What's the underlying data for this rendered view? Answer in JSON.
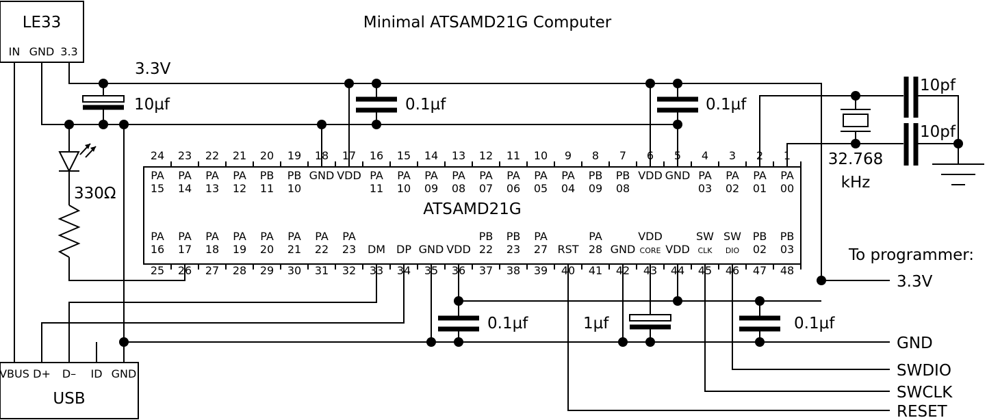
{
  "title": "Minimal ATSAMD21G Computer",
  "regulator": {
    "name": "LE33",
    "pins": [
      "IN",
      "GND",
      "3.3"
    ]
  },
  "rail_label": "3.3V",
  "chip": {
    "name": "ATSAMD21G",
    "top_numbers": [
      "24",
      "23",
      "22",
      "21",
      "20",
      "19",
      "18",
      "17",
      "16",
      "15",
      "14",
      "13",
      "12",
      "11",
      "10",
      "9",
      "8",
      "7",
      "6",
      "5",
      "4",
      "3",
      "2",
      "1"
    ],
    "top_row1": [
      "PA",
      "PA",
      "PA",
      "PA",
      "PB",
      "PB",
      "GND",
      "VDD",
      "PA",
      "PA",
      "PA",
      "PA",
      "PA",
      "PA",
      "PA",
      "PA",
      "PB",
      "PB",
      "VDD",
      "GND",
      "PA",
      "PA",
      "PA",
      "PA"
    ],
    "top_row2": [
      "15",
      "14",
      "13",
      "12",
      "11",
      "10",
      "",
      "",
      "11",
      "10",
      "09",
      "08",
      "07",
      "06",
      "05",
      "04",
      "09",
      "08",
      "",
      "",
      "03",
      "02",
      "01",
      "00"
    ],
    "bot_row1": [
      "PA",
      "PA",
      "PA",
      "PA",
      "PA",
      "PA",
      "PA",
      "PA",
      "",
      "",
      "",
      "",
      "PB",
      "PB",
      "PA",
      "",
      "PA",
      "",
      "VDD",
      "",
      "SW",
      "SW",
      "PB",
      "PB"
    ],
    "bot_row2": [
      "16",
      "17",
      "18",
      "19",
      "20",
      "21",
      "22",
      "23",
      "DM",
      "DP",
      "GND",
      "VDD",
      "22",
      "23",
      "27",
      "RST",
      "28",
      "GND",
      "CORE",
      "VDD",
      "CLK",
      "DIO",
      "02",
      "03"
    ],
    "bot_numbers": [
      "25",
      "26",
      "27",
      "28",
      "29",
      "30",
      "31",
      "32",
      "33",
      "34",
      "35",
      "36",
      "37",
      "38",
      "39",
      "40",
      "41",
      "42",
      "43",
      "44",
      "45",
      "46",
      "47",
      "48"
    ]
  },
  "capacitors": {
    "c1": "10µf",
    "c2": "0.1µf",
    "c3": "0.1µf",
    "c4": "0.1µf",
    "c5": "1µf",
    "c6": "0.1µf",
    "c7": "10pf",
    "c8": "10pf"
  },
  "crystal": {
    "freq": "32.768",
    "unit": "kHz"
  },
  "resistor": "330Ω",
  "usb": {
    "name": "USB",
    "pins": [
      "VBUS",
      "D+",
      "D–",
      "ID",
      "GND"
    ]
  },
  "programmer": {
    "heading": "To programmer:",
    "signals": [
      "3.3V",
      "GND",
      "SWDIO",
      "SWCLK",
      "RESET"
    ]
  }
}
